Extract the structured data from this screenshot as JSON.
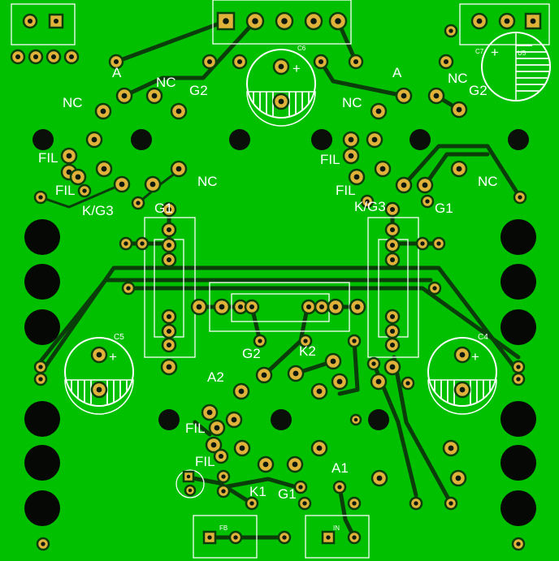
{
  "board": {
    "background_color": "#00c000",
    "copper_color": "#e0b23a",
    "silkscreen_color": "#ffffff",
    "trace_color": "#0b3d0b"
  },
  "labels": {
    "a_top_left": "A",
    "nc_top_left_1": "NC",
    "g2_top_left": "G2",
    "nc_top_left_2": "NC",
    "a_top_right": "A",
    "nc_top_right_1": "NC",
    "g2_top_right": "G2",
    "nc_top_right_2": "NC",
    "fil_left_1": "FIL",
    "fil_left_2": "FIL",
    "kg3_left": "K/G3",
    "g1_left": "G1",
    "nc_mid_left": "NC",
    "fil_right_1": "FIL",
    "fil_right_2": "FIL",
    "kg3_right": "K/G3",
    "g1_right": "G1",
    "nc_mid_right": "NC",
    "g2_center": "G2",
    "k2_center": "K2",
    "a2": "A2",
    "fil_bottom_1": "FIL",
    "fil_bottom_2": "FIL",
    "k1": "K1",
    "g1_bottom": "G1",
    "a1": "A1",
    "c5": "C5",
    "c4": "C4",
    "c6": "C6",
    "c7": "C7",
    "u5": "U5",
    "fb": "FB",
    "in": "IN",
    "plus": "+"
  }
}
